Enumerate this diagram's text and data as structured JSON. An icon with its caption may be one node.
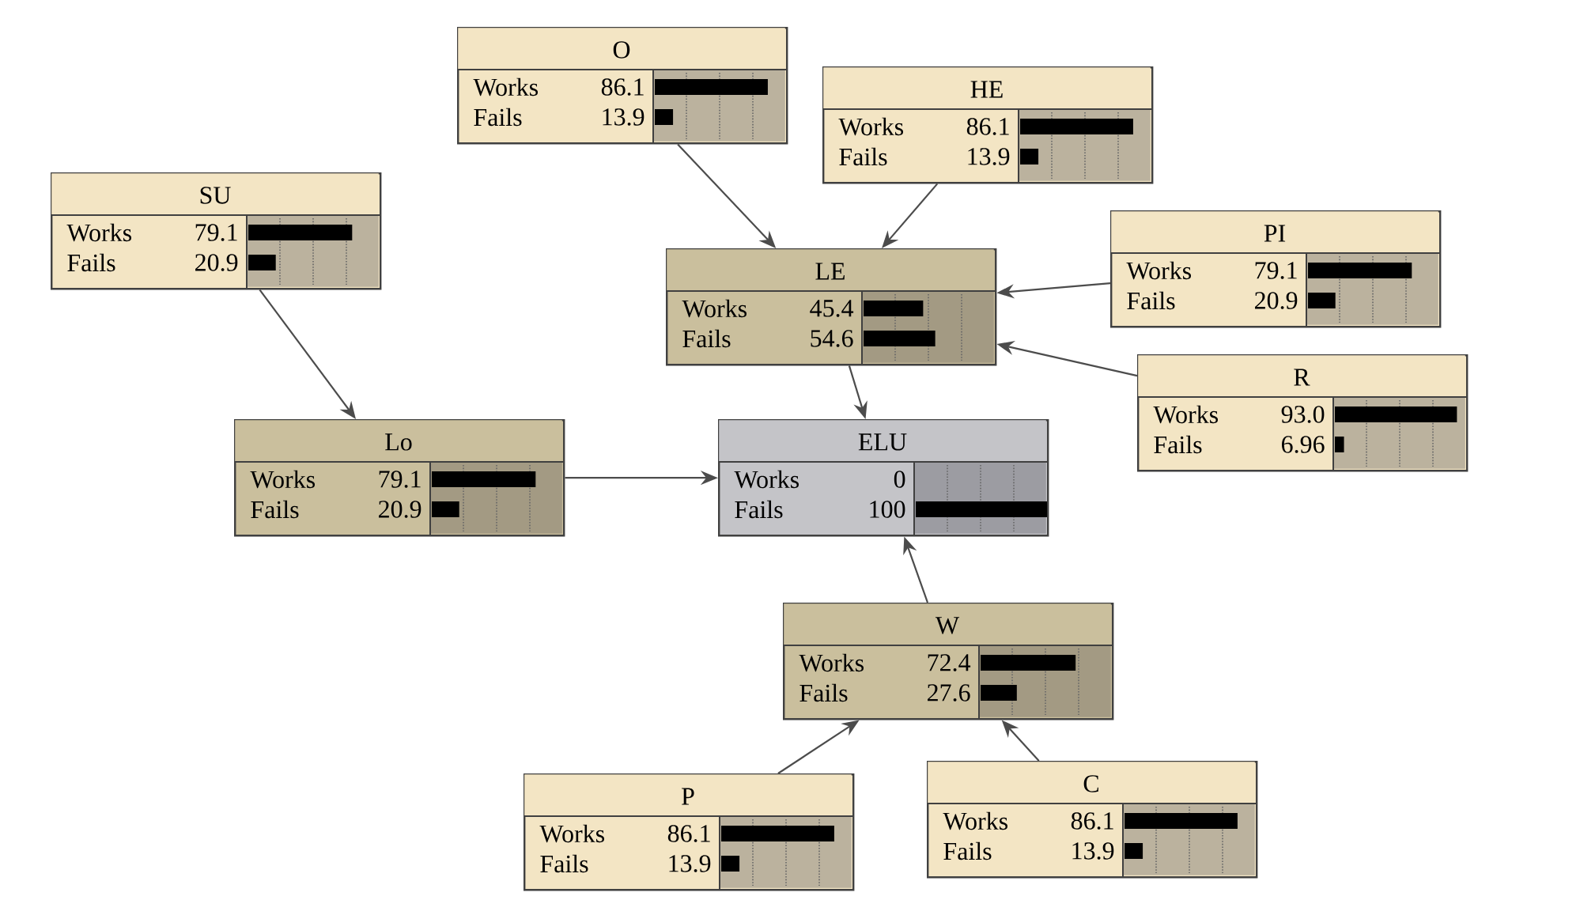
{
  "diagram": {
    "nodes": [
      {
        "text": [
          "O",
          "Works",
          "86.1",
          "Fails",
          "13.9"
        ]
      },
      {
        "text": [
          "HE",
          "Works",
          "86.1",
          "Fails",
          "13.9"
        ]
      },
      {
        "text": [
          "SU",
          "Works",
          "79.1",
          "Fails",
          "20.9"
        ]
      },
      {
        "text": [
          "PI",
          "Works",
          "79.1",
          "Fails",
          "20.9"
        ]
      },
      {
        "text": [
          "LE",
          "Works",
          "45.4",
          "Fails",
          "54.6"
        ]
      },
      {
        "text": [
          "R",
          "Works",
          "93.0",
          "Fails",
          "6.96"
        ]
      },
      {
        "text": [
          "Lo",
          "Works",
          "79.1",
          "Fails",
          "20.9"
        ]
      },
      {
        "text": [
          "ELU",
          "Works",
          "0",
          "Fails",
          "100"
        ]
      },
      {
        "text": [
          "W",
          "Works",
          "72.4",
          "Fails",
          "27.6"
        ]
      },
      {
        "text": [
          "P",
          "Works",
          "86.1",
          "Fails",
          "13.9"
        ]
      },
      {
        "text": [
          "C",
          "Works",
          "86.1",
          "Fails",
          "13.9"
        ]
      }
    ],
    "edges": [
      {
        "from": 0,
        "to": 4,
        "arrow": "to"
      },
      {
        "from": 1,
        "to": 4,
        "arrow": "to"
      },
      {
        "from": 3,
        "to": 4,
        "arrow": "to"
      },
      {
        "from": 5,
        "to": 4,
        "arrow": "to"
      },
      {
        "from": 2,
        "to": 6,
        "arrow": "to"
      },
      {
        "from": 4,
        "to": 7,
        "arrow": "to"
      },
      {
        "from": 6,
        "to": 7,
        "arrow": "to"
      },
      {
        "from": 8,
        "to": 7,
        "arrow": "to"
      },
      {
        "from": 9,
        "to": 8,
        "arrow": "to"
      },
      {
        "from": 10,
        "to": 8,
        "arrow": "to"
      }
    ]
  }
}
